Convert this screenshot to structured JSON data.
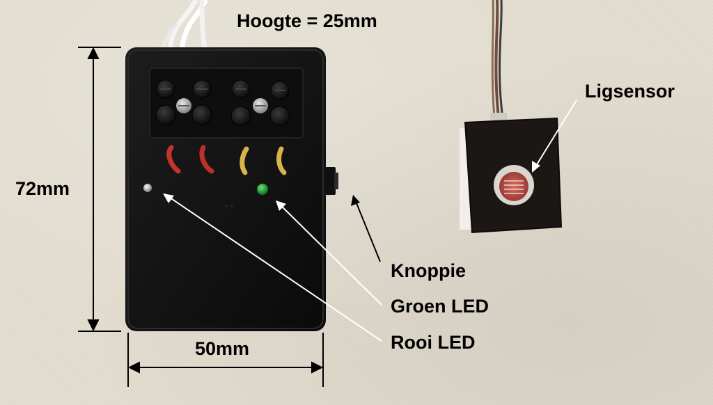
{
  "photo": {
    "labels": {
      "height_note": "Hoogte = 25mm",
      "length_dimension": "72mm",
      "width_dimension": "50mm",
      "sensor_label": "Ligsensor",
      "button_label": "Knoppie",
      "green_led_label": "Groen LED",
      "red_led_label": "Rooi LED"
    },
    "colors": {
      "background": "#e3ddcf",
      "enclosure": "#141414",
      "green_led": "#1fa032",
      "red_led": "#d8d2cc",
      "sensor_pad": "#1a1715",
      "photoresistor": "#c0504d",
      "pointer_lines": "#ffffff",
      "dimension_lines": "#000000"
    }
  }
}
